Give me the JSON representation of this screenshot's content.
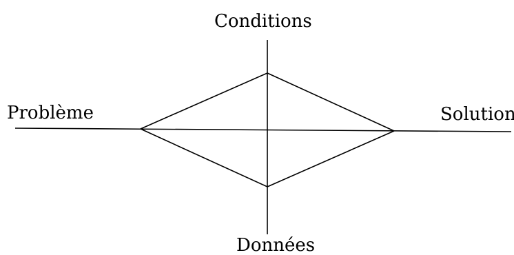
{
  "diagram": {
    "labels": {
      "top": "Conditions",
      "left": "Problème",
      "right": "Solution",
      "bottom": "Données"
    }
  },
  "colors": {
    "background": "#ffffff",
    "stroke": "#000000",
    "text": "#000000"
  }
}
